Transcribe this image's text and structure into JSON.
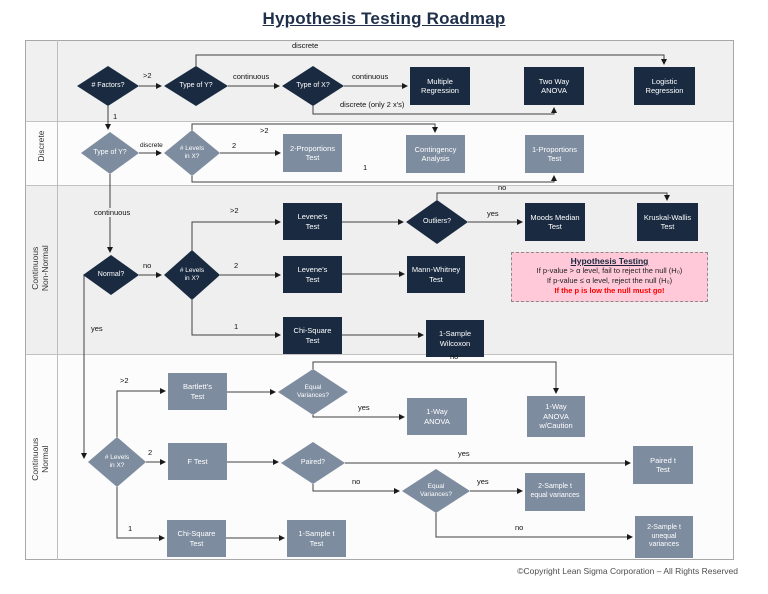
{
  "title": "Hypothesis Testing Roadmap",
  "copyright": "©Copyright Lean Sigma Corporation – All Rights Reserved",
  "lanes": {
    "discrete": "Discrete",
    "cont_nonnormal": "Continuous\nNon-Normal",
    "cont_normal": "Continuous\nNormal"
  },
  "nodes": {
    "factors": "# Factors?",
    "type_y1": "Type of Y?",
    "type_x": "Type of X?",
    "mult_reg": "Multiple\nRegression",
    "two_way": "Two Way\nANOVA",
    "logistic": "Logistic\nRegression",
    "type_y2": "Type of Y?",
    "levels_x1": "# Levels\nin X?",
    "two_prop": "2-Proportions\nTest",
    "contingency": "Contingency\nAnalysis",
    "one_prop": "1-Proportions\nTest",
    "normal": "Normal?",
    "levels_x2": "# Levels\nin X?",
    "levene1": "Levene's\nTest",
    "levene2": "Levene's\nTest",
    "chi_sq1": "Chi-Square\nTest",
    "outliers": "Outliers?",
    "moods": "Moods Median\nTest",
    "kruskal": "Kruskal-Wallis\nTest",
    "mann": "Mann-Whitney\nTest",
    "wilcoxon": "1-Sample\nWilcoxon",
    "levels_x3": "# Levels\nin X?",
    "bartlett": "Bartlett's\nTest",
    "ev1": "Equal\nVariances?",
    "one_way": "1-Way\nANOVA",
    "caution": "1-Way\nANOVA\nw/Caution",
    "f_test": "F Test",
    "paired": "Paired?",
    "paired_t": "Paired t\nTest",
    "ev2": "Equal\nVariances?",
    "two_samp_eq": "2-Sample t\nequal variances",
    "chi_sq2": "Chi-Square\nTest",
    "one_samp_t": "1-Sample t\nTest",
    "two_samp_uneq": "2-Sample t\nunequal\nvariances"
  },
  "edge_labels": {
    "gt2_top": ">2",
    "discrete_top": "discrete",
    "continuous1": "continuous",
    "continuous2": "continuous",
    "discrete_only": "discrete (only 2 x's)",
    "one_top": "1",
    "discrete2": "discrete",
    "gt2_row2": ">2",
    "two_row2": "2",
    "one_row2": "1",
    "continuous3": "continuous",
    "no1": "no",
    "gt2_row3": ">2",
    "two_row3": "2",
    "one_row3": "1",
    "yes_normal": "yes",
    "no_outliers": "no",
    "yes_outliers": "yes",
    "gt2_row4": ">2",
    "no_ev1": "no",
    "yes_ev1": "yes",
    "two_row4": "2",
    "yes_paired": "yes",
    "no_paired": "no",
    "yes_ev2": "yes",
    "no_ev2": "no",
    "one_row4": "1"
  },
  "hypothesis_box": {
    "title": "Hypothesis Testing",
    "line1": "If p-value > α level, fail to reject the null (H₀)",
    "line2": "If p-value ≤ α level, reject the null (H₀)",
    "line3": "If the p is low the null must go!"
  },
  "colors": {
    "dark_node": "#192a41",
    "gray_node": "#7d8c9f",
    "pink_box": "#ffc9d9",
    "alert_red": "#ff0000",
    "band_gray": "#efefef"
  }
}
